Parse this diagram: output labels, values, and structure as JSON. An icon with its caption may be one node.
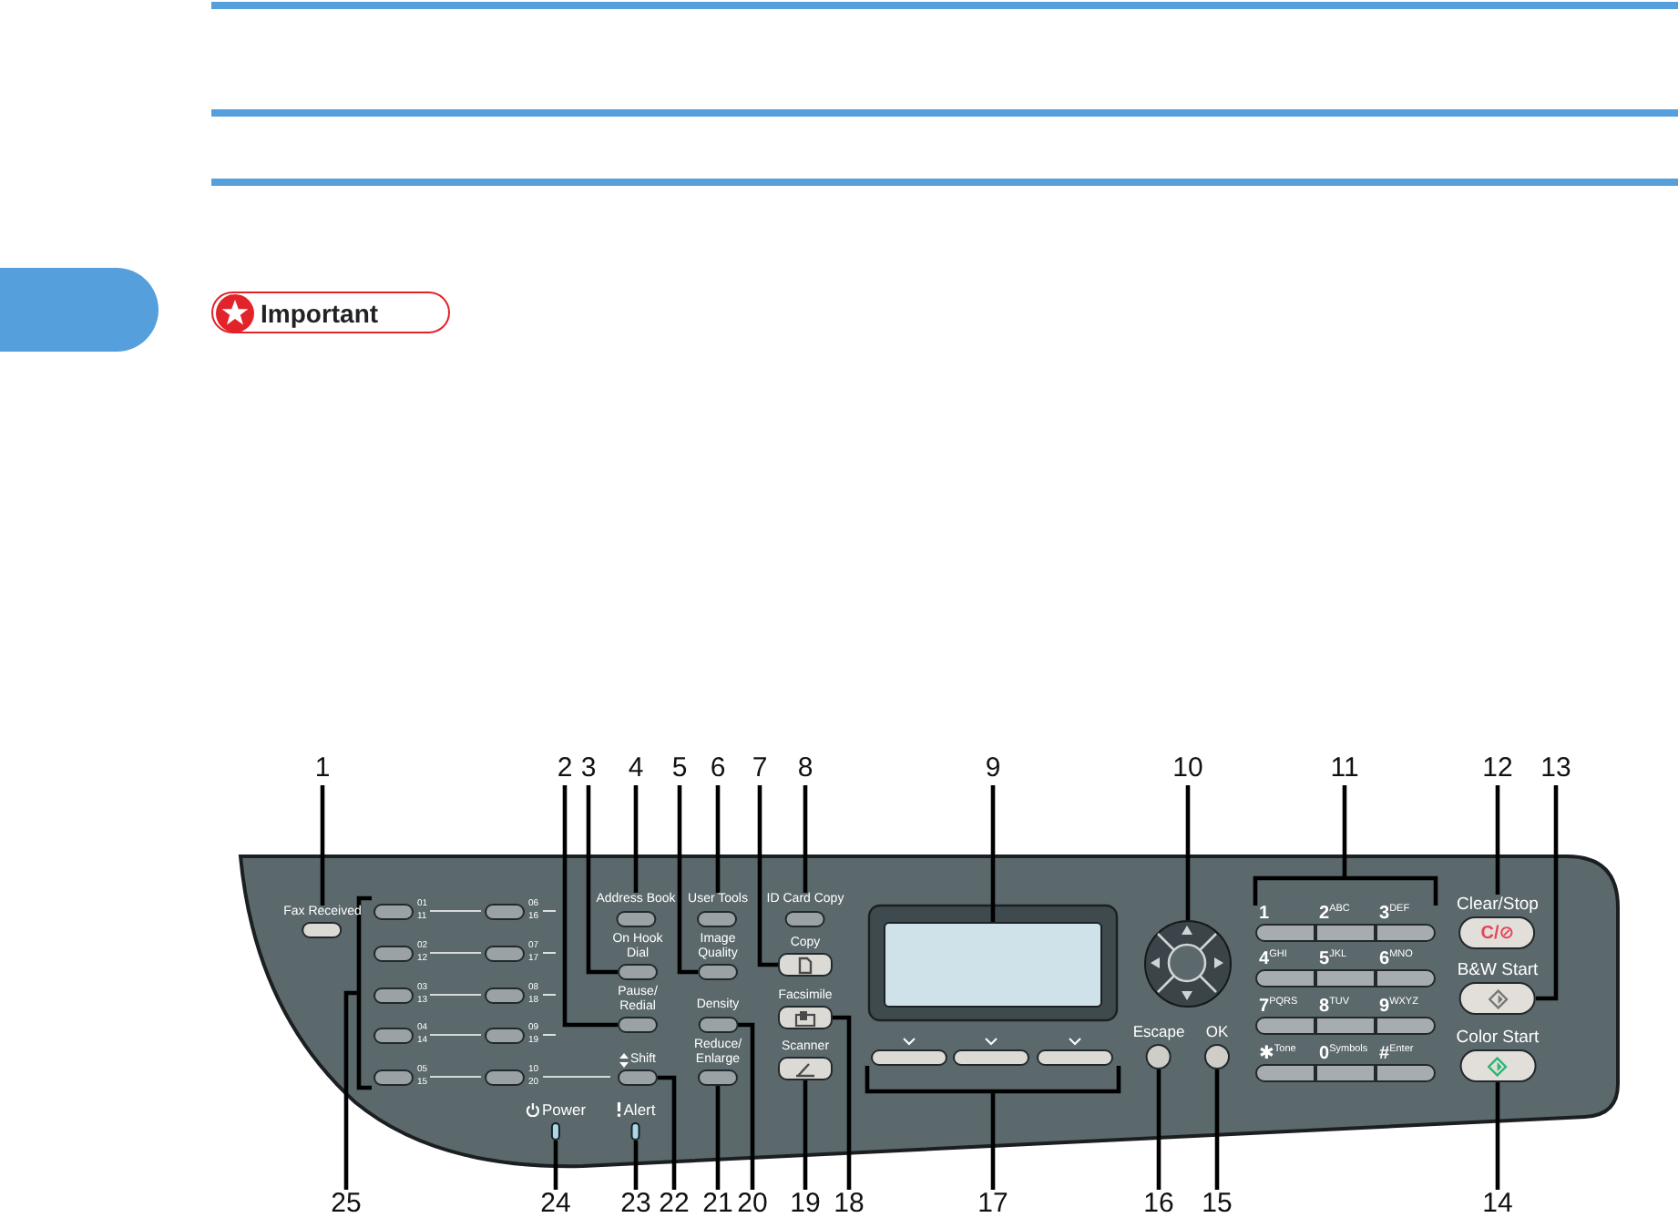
{
  "diagram": {
    "nodes": [
      {
        "text": [
          "1"
        ]
      },
      {
        "text": [
          "2"
        ]
      },
      {
        "text": [
          "3"
        ]
      },
      {
        "text": [
          "4"
        ]
      },
      {
        "text": [
          "5"
        ]
      },
      {
        "text": [
          "6"
        ]
      },
      {
        "text": [
          "7"
        ]
      },
      {
        "text": [
          "8"
        ]
      },
      {
        "text": [
          "9"
        ]
      },
      {
        "text": [
          "10"
        ]
      },
      {
        "text": [
          "11"
        ]
      },
      {
        "text": [
          "12"
        ]
      },
      {
        "text": [
          "13"
        ]
      },
      {
        "text": [
          "14"
        ]
      },
      {
        "text": [
          "15"
        ]
      },
      {
        "text": [
          "16"
        ]
      },
      {
        "text": [
          "17"
        ]
      },
      {
        "text": [
          "18"
        ]
      },
      {
        "text": [
          "19"
        ]
      },
      {
        "text": [
          "20"
        ]
      },
      {
        "text": [
          "21"
        ]
      },
      {
        "text": [
          "22"
        ]
      },
      {
        "text": [
          "23"
        ]
      },
      {
        "text": [
          "24"
        ]
      },
      {
        "text": [
          "25"
        ]
      },
      {
        "text": [
          "Fax Received"
        ]
      },
      {
        "text": [
          "Pause/ Redial"
        ]
      },
      {
        "text": [
          "On Hook Dial"
        ]
      },
      {
        "text": [
          "Address Book"
        ]
      },
      {
        "text": [
          "Image Quality"
        ]
      },
      {
        "text": [
          "User Tools"
        ]
      },
      {
        "text": [
          "Copy"
        ]
      },
      {
        "text": [
          "ID Card Copy"
        ]
      },
      {
        "text": [],
        "shape": "box"
      },
      {
        "text": [],
        "shape": "circle"
      },
      {
        "text": [],
        "shape": "box"
      },
      {
        "text": [
          "Clear/Stop",
          "C/⊘"
        ]
      },
      {
        "text": [
          "B&W Start"
        ]
      },
      {
        "text": [
          "Color Start"
        ]
      },
      {
        "text": [
          "OK"
        ]
      },
      {
        "text": [
          "Escape"
        ]
      },
      {
        "text": [],
        "shape": "box"
      },
      {
        "text": [
          "Facsimile"
        ]
      },
      {
        "text": [
          "Scanner"
        ]
      },
      {
        "text": [
          "Density"
        ]
      },
      {
        "text": [
          "Reduce/ Enlarge"
        ]
      },
      {
        "text": [
          "Shift"
        ]
      },
      {
        "text": [
          "Alert"
        ]
      },
      {
        "text": [
          "Power"
        ]
      },
      {
        "text": [],
        "shape": "box"
      }
    ],
    "edges": [
      {
        "from": 0,
        "to": 25,
        "arrow": "none"
      },
      {
        "from": 1,
        "to": 26,
        "arrow": "none"
      },
      {
        "from": 2,
        "to": 27,
        "arrow": "none"
      },
      {
        "from": 3,
        "to": 28,
        "arrow": "none"
      },
      {
        "from": 4,
        "to": 29,
        "arrow": "none"
      },
      {
        "from": 5,
        "to": 30,
        "arrow": "none"
      },
      {
        "from": 6,
        "to": 31,
        "arrow": "none"
      },
      {
        "from": 7,
        "to": 32,
        "arrow": "none"
      },
      {
        "from": 8,
        "to": 33,
        "arrow": "none"
      },
      {
        "from": 9,
        "to": 34,
        "arrow": "none"
      },
      {
        "from": 10,
        "to": 35,
        "arrow": "none"
      },
      {
        "from": 11,
        "to": 36,
        "arrow": "none"
      },
      {
        "from": 12,
        "to": 37,
        "arrow": "none"
      },
      {
        "from": 13,
        "to": 38,
        "arrow": "none"
      },
      {
        "from": 14,
        "to": 39,
        "arrow": "none"
      },
      {
        "from": 15,
        "to": 40,
        "arrow": "none"
      },
      {
        "from": 16,
        "to": 41,
        "arrow": "none"
      },
      {
        "from": 17,
        "to": 42,
        "arrow": "none"
      },
      {
        "from": 18,
        "to": 43,
        "arrow": "none"
      },
      {
        "from": 19,
        "to": 44,
        "arrow": "none"
      },
      {
        "from": 20,
        "to": 45,
        "arrow": "none"
      },
      {
        "from": 21,
        "to": 46,
        "arrow": "none"
      },
      {
        "from": 22,
        "to": 47,
        "arrow": "none"
      },
      {
        "from": 23,
        "to": 48,
        "arrow": "none"
      },
      {
        "from": 24,
        "to": 49,
        "arrow": "none"
      }
    ],
    "labels": [
      "Important",
      "01",
      "11",
      "06",
      "16",
      "02",
      "12",
      "07",
      "17",
      "03",
      "13",
      "08",
      "18",
      "04",
      "14",
      "09",
      "19",
      "05",
      "15",
      "10",
      "20",
      "1",
      "2$^{ABC}$",
      "3$^{DEF}$",
      "4$^{GHI}$",
      "5$^{JKL}$",
      "6$^{MNO}$",
      "7$^{PQRS}$",
      "8$^{TUV}$",
      "9$^{WXYZ}$",
      "✱$^{Tone}$",
      "0$^{Symbols}$",
      "#$^{Enter}$"
    ]
  }
}
